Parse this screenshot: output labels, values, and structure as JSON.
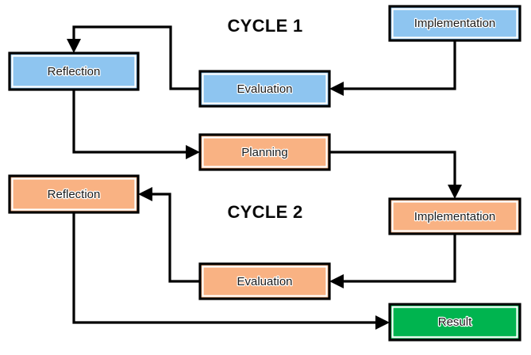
{
  "diagram": {
    "title_labels": [
      {
        "id": "cycle-1",
        "text": "CYCLE 1"
      },
      {
        "id": "cycle-2",
        "text": "CYCLE 2"
      }
    ],
    "colors": {
      "cycle1_fill": "#8EC5F0",
      "cycle2_fill": "#F9B283",
      "result_fill": "#00B44F",
      "border": "#000000",
      "background": "#FFFFFF",
      "text": "#1A1A1A"
    },
    "nodes": [
      {
        "id": "reflection-1",
        "label": "Reflection",
        "cycle": "CYCLE 1",
        "fill": "#8EC5F0"
      },
      {
        "id": "evaluation-1",
        "label": "Evaluation",
        "cycle": "CYCLE 1",
        "fill": "#8EC5F0"
      },
      {
        "id": "implementation-1",
        "label": "Implementation",
        "cycle": "CYCLE 1",
        "fill": "#8EC5F0"
      },
      {
        "id": "planning",
        "label": "Planning",
        "cycle": "CYCLE 2",
        "fill": "#F9B283"
      },
      {
        "id": "reflection-2",
        "label": "Reflection",
        "cycle": "CYCLE 2",
        "fill": "#F9B283"
      },
      {
        "id": "implementation-2",
        "label": "Implementation",
        "cycle": "CYCLE 2",
        "fill": "#F9B283"
      },
      {
        "id": "evaluation-2",
        "label": "Evaluation",
        "cycle": "CYCLE 2",
        "fill": "#F9B283"
      },
      {
        "id": "result",
        "label": "Result",
        "cycle": "CYCLE 2",
        "fill": "#00B44F"
      }
    ],
    "edges": [
      {
        "id": "implementation1-to-evaluation1",
        "from": "implementation-1",
        "to": "evaluation-1"
      },
      {
        "id": "evaluation1-to-reflection1",
        "from": "evaluation-1",
        "to": "reflection-1"
      },
      {
        "id": "reflection1-to-planning",
        "from": "reflection-1",
        "to": "planning"
      },
      {
        "id": "planning-to-implementation2",
        "from": "planning",
        "to": "implementation-2"
      },
      {
        "id": "implementation2-to-evaluation2",
        "from": "implementation-2",
        "to": "evaluation-2"
      },
      {
        "id": "evaluation2-to-reflection2",
        "from": "evaluation-2",
        "to": "reflection-2"
      },
      {
        "id": "reflection2-to-result",
        "from": "reflection-2",
        "to": "result"
      }
    ]
  }
}
